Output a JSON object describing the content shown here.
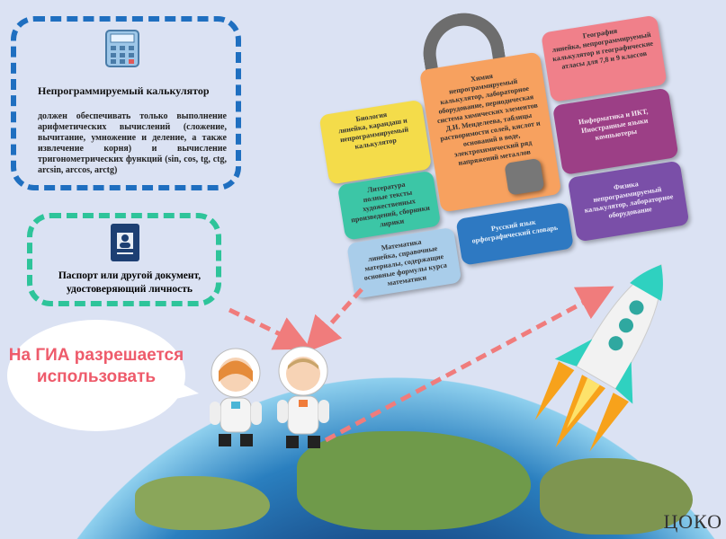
{
  "calculator_box": {
    "title": "Непрограммируемый калькулятор",
    "description": "должен обеспечивать только выполнение арифметических вычислений (сложение, вычитание, умножение и деление, а также извлечение корня) и вычисление тригонометрических функций (sin, cos, tg, ctg, arcsin, arccos, arctg)"
  },
  "passport_box": {
    "text": "Паспорт или другой документ, удостоверяющий личность"
  },
  "bubble": {
    "text": "На ГИА разрешается использовать"
  },
  "briefcase": {
    "biology": {
      "subject": "Биология",
      "items": "линейка, карандаш и непрограммируемый калькулятор"
    },
    "literature": {
      "subject": "Литература",
      "items": "полные тексты художественных произведений, сборники лирики"
    },
    "chemistry": {
      "subject": "Химия",
      "items": "непрограммируемый калькулятор, лабораторное оборудование, периодическая система химических элементов Д.И. Менделеева, таблицы растворимости солей, кислот и оснований в воде, электрохимический ряд напряжений металлов"
    },
    "geography": {
      "subject": "География",
      "items": "линейка, непрограммируемый калькулятор и географические атласы для 7,8 и 9 классов"
    },
    "informatics": {
      "subject": "Информатика и ИКТ, Иностранные языки",
      "items": "компьютеры"
    },
    "math": {
      "subject": "Математика",
      "items": "линейка, справочные материалы, содержащие основные формулы курса математики"
    },
    "russian": {
      "subject": "Русский язык",
      "items": "орфографический словарь"
    },
    "physics": {
      "subject": "Физика",
      "items": "непрограммируемый калькулятор, лабораторное оборудование"
    }
  },
  "logo": "ЦОКО",
  "colors": {
    "calc_border": "#1f6fc0",
    "passport_border": "#2ec49a",
    "arrow": "#f07c7c",
    "bubble_text": "#ee5b6b"
  }
}
